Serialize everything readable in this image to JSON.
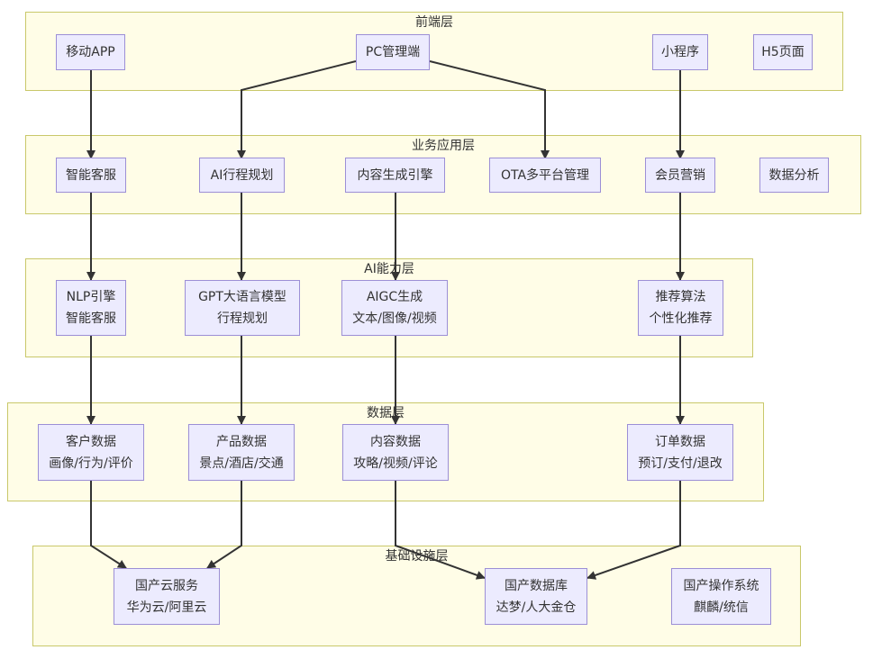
{
  "layers": {
    "frontend": {
      "title": "前端层"
    },
    "business": {
      "title": "业务应用层"
    },
    "ai": {
      "title": "AI能力层"
    },
    "data": {
      "title": "数据层"
    },
    "infra": {
      "title": "基础设施层"
    }
  },
  "nodes": {
    "mobile_app": {
      "lines": [
        "移动APP"
      ]
    },
    "pc_admin": {
      "lines": [
        "PC管理端"
      ]
    },
    "mini_program": {
      "lines": [
        "小程序"
      ]
    },
    "h5_page": {
      "lines": [
        "H5页面"
      ]
    },
    "smart_service": {
      "lines": [
        "智能客服"
      ]
    },
    "ai_itinerary": {
      "lines": [
        "AI行程规划"
      ]
    },
    "content_engine": {
      "lines": [
        "内容生成引擎"
      ]
    },
    "ota_mgmt": {
      "lines": [
        "OTA多平台管理"
      ]
    },
    "member_marketing": {
      "lines": [
        "会员营销"
      ]
    },
    "data_analysis": {
      "lines": [
        "数据分析"
      ]
    },
    "nlp": {
      "lines": [
        "NLP引擎",
        "智能客服"
      ]
    },
    "gpt": {
      "lines": [
        "GPT大语言模型",
        "行程规划"
      ]
    },
    "aigc": {
      "lines": [
        "AIGC生成",
        "文本/图像/视频"
      ]
    },
    "recommend": {
      "lines": [
        "推荐算法",
        "个性化推荐"
      ]
    },
    "customer_data": {
      "lines": [
        "客户数据",
        "画像/行为/评价"
      ]
    },
    "product_data": {
      "lines": [
        "产品数据",
        "景点/酒店/交通"
      ]
    },
    "content_data": {
      "lines": [
        "内容数据",
        "攻略/视频/评论"
      ]
    },
    "order_data": {
      "lines": [
        "订单数据",
        "预订/支付/退改"
      ]
    },
    "domestic_cloud": {
      "lines": [
        "国产云服务",
        "华为云/阿里云"
      ]
    },
    "domestic_db": {
      "lines": [
        "国产数据库",
        "达梦/人大金仓"
      ]
    },
    "domestic_os": {
      "lines": [
        "国产操作系统",
        "麒麟/统信"
      ]
    }
  },
  "edges": [
    {
      "from": "移动APP",
      "to": "智能客服"
    },
    {
      "from": "PC管理端",
      "to": "AI行程规划"
    },
    {
      "from": "PC管理端",
      "to": "OTA多平台管理"
    },
    {
      "from": "小程序",
      "to": "会员营销"
    },
    {
      "from": "智能客服",
      "to": "NLP引擎"
    },
    {
      "from": "AI行程规划",
      "to": "GPT大语言模型"
    },
    {
      "from": "内容生成引擎",
      "to": "AIGC生成"
    },
    {
      "from": "会员营销",
      "to": "推荐算法"
    },
    {
      "from": "NLP引擎",
      "to": "客户数据"
    },
    {
      "from": "GPT大语言模型",
      "to": "产品数据"
    },
    {
      "from": "AIGC生成",
      "to": "内容数据"
    },
    {
      "from": "推荐算法",
      "to": "订单数据"
    },
    {
      "from": "客户数据",
      "to": "国产云服务"
    },
    {
      "from": "产品数据",
      "to": "国产云服务"
    },
    {
      "from": "内容数据",
      "to": "国产数据库"
    },
    {
      "from": "订单数据",
      "to": "国产数据库"
    }
  ]
}
